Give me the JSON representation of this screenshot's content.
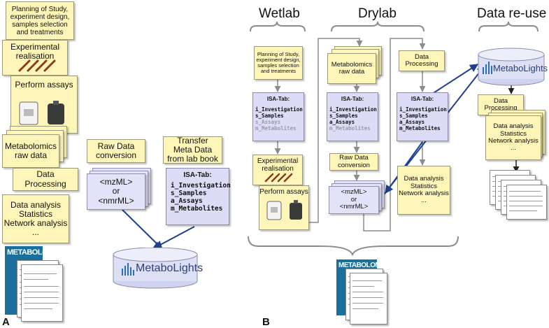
{
  "panel_a": {
    "letter": "A",
    "planning": "Planning of Study,\nexperiment design,\nsamples selection\nand treatments",
    "experimental": "Experimental\nrealisation",
    "perform": "Perform assays",
    "raw": "Metabolomics\nraw data",
    "processing": "Data\nProcessing",
    "analysis": "Data analysis\nStatistics\nNetwork analysis\n...",
    "journal": "METABOLOMICS",
    "raw_conversion": "Raw Data\nconversion",
    "formats": "<mzML>\nor\n<nmrML>",
    "transfer": "Transfer\nMeta Data\nfrom lab book",
    "isa_header": "ISA-Tab:",
    "isa_lines": [
      "i_Investigation",
      "s_Samples",
      "a_Assays",
      "m_Metabolites"
    ],
    "repository": "MetaboLights"
  },
  "panel_b": {
    "letter": "B",
    "wetlab": "Wetlab",
    "drylab": "Drylab",
    "reuse": "Data re-use",
    "planning": "Planning of Study,\nexperiment design,\nsamples selection\nand treatments",
    "isa_header": "ISA-Tab:",
    "isa1_lines": [
      "i_Investigation",
      "s_Samples",
      "s_Assays",
      "m_Metabolites"
    ],
    "experimental": "Experimental\nrealisation",
    "perform": "Perform assays",
    "raw": "Metabolomics\nraw data",
    "isa2_lines": [
      "i_Investigation",
      "s_Samples",
      "a_Assays",
      "m_Metabolites"
    ],
    "raw_conversion": "Raw Data\nconversion",
    "formats": "<mzML>\nor\n<nmrML>",
    "processing": "Data\nProcessing",
    "isa3_lines": [
      "i_Investigation",
      "s_Samples",
      "a_Assays",
      "m_Metabolites"
    ],
    "analysis": "Data analysis\nStatistics\nNetwork analysis\n...",
    "repository": "MetaboLights",
    "reuse_processing": "Data\nProcessing",
    "reuse_analysis": "Data analysis\nStatistics\nNetwork analysis\n...",
    "journal": "METABOLOMICS"
  },
  "colors": {
    "note": "#fdf6b8",
    "isa": "#dcdcf6",
    "arrow_blue": "#1f3f8f",
    "arrow_gray": "#8c8c8c",
    "journal": "#1b6f9c"
  }
}
